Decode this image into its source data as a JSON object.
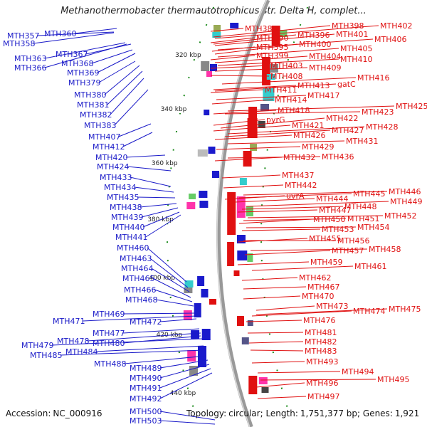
{
  "title": "Methanothermobacter thermautotrophicus str. Delta H, complet...",
  "footer": {
    "accession_label": "Accession:",
    "accession": "NC_000916",
    "topology_label": "Topology:",
    "topology": "circular;",
    "length_label": "Length:",
    "length": "1,751,377 bp;",
    "genes_label": "Genes:",
    "genes": "1,921"
  },
  "colors": {
    "left_labels": "#1a1ac8",
    "right_labels": "#e01010",
    "backbone": "#999999",
    "tick": "#1a8a1a"
  },
  "ticks": [
    "320 kbp",
    "340 kbp",
    "360 kbp",
    "380 kbp",
    "400 kbp",
    "420 kbp",
    "440 kbp"
  ],
  "left_labels": [
    "MTH357",
    "MTH358",
    "MTH360",
    "MTH363",
    "MTH366",
    "MTH367",
    "MTH368",
    "MTH369",
    "MTH379",
    "MTH380",
    "MTH381",
    "MTH382",
    "MTH383",
    "MTH407",
    "MTH412",
    "MTH420",
    "MTH424",
    "MTH433",
    "MTH434",
    "MTH435",
    "MTH438",
    "MTH439",
    "MTH440",
    "MTH441",
    "MTH460",
    "MTH463",
    "MTH464",
    "MTH465",
    "MTH466",
    "MTH468",
    "MTH469",
    "MTH471",
    "MTH472",
    "MTH477",
    "MTH478",
    "MTH480",
    "MTH479",
    "MTH484",
    "MTH485",
    "MTH488",
    "MTH489",
    "MTH490",
    "MTH491",
    "MTH492",
    "MTH500",
    "MTH503"
  ],
  "right_labels": [
    "MTH385",
    "MTH398",
    "MTH402",
    "MTH390",
    "MTH396",
    "MTH401",
    "MTH406",
    "MTH395",
    "MTH400",
    "MTH405",
    "MTH399",
    "MTH404",
    "MTH410",
    "MTH403",
    "MTH409",
    "MTH408",
    "MTH416",
    "MTH413",
    "gatC",
    "MTH411",
    "MTH417",
    "MTH414",
    "MTH418",
    "MTH425",
    "MTH423",
    "pyrG",
    "MTH422",
    "MTH421",
    "MTH428",
    "MTH427",
    "MTH426",
    "MTH431",
    "MTH429",
    "MTH436",
    "MTH432",
    "MTH437",
    "MTH442",
    "uvrA",
    "MTH446",
    "MTH445",
    "MTH444",
    "MTH449",
    "MTH448",
    "MTH447",
    "MTH452",
    "MTH451",
    "MTH450",
    "MTH454",
    "MTH453",
    "MTH456",
    "MTH455",
    "MTH458",
    "MTH457",
    "MTH459",
    "MTH461",
    "MTH462",
    "MTH467",
    "MTH470",
    "MTH473",
    "MTH475",
    "MTH474",
    "MTH476",
    "MTH481",
    "MTH482",
    "MTH483",
    "MTH493",
    "MTH494",
    "MTH495",
    "MTH496",
    "MTH497"
  ]
}
